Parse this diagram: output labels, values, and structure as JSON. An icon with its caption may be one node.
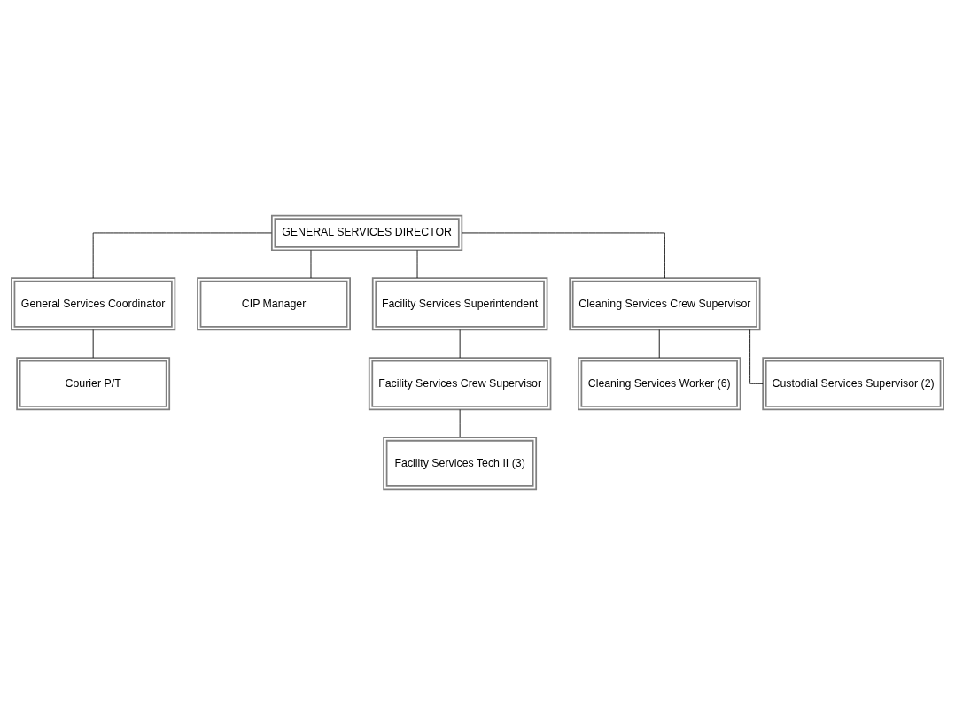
{
  "diagram": {
    "nodes": [
      {
        "text": [
          "GENERAL SERVICES DIRECTOR"
        ]
      },
      {
        "text": [
          "General Services Coordinator"
        ]
      },
      {
        "text": [
          "CIP Manager"
        ]
      },
      {
        "text": [
          "Courier P/T"
        ]
      },
      {
        "text": [
          "Facility Services Superintendent"
        ]
      },
      {
        "text": [
          "Cleaning Services Crew Supervisor"
        ]
      },
      {
        "text": [
          "Facility Services Crew Supervisor"
        ]
      },
      {
        "text": [
          "Cleaning Services Worker (6)"
        ]
      },
      {
        "text": [
          "Custodial Services Supervisor (2)"
        ]
      },
      {
        "text": [
          "Facility Services Tech II (3)"
        ]
      }
    ],
    "edges": [
      {
        "from": 0,
        "to": 1,
        "arrow": "none"
      },
      {
        "from": 0,
        "to": 2,
        "arrow": "none"
      },
      {
        "from": 1,
        "to": 3,
        "arrow": "none"
      },
      {
        "from": 0,
        "to": 4,
        "arrow": "none"
      },
      {
        "from": 0,
        "to": 5,
        "arrow": "none"
      },
      {
        "from": 4,
        "to": 6,
        "arrow": "none"
      },
      {
        "from": 5,
        "to": 7,
        "arrow": "none"
      },
      {
        "from": 5,
        "to": 8,
        "arrow": "none"
      },
      {
        "from": 6,
        "to": 9,
        "arrow": "none"
      }
    ]
  }
}
